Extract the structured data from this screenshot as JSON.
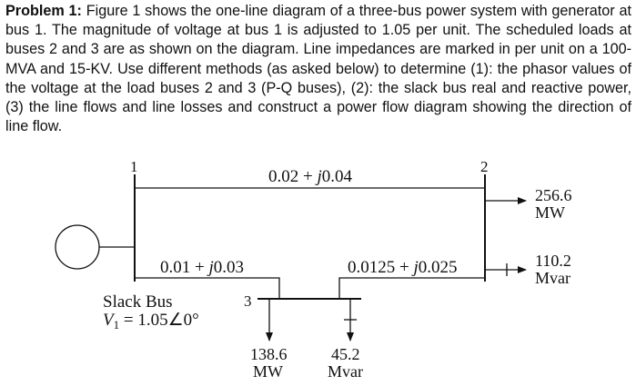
{
  "problem": {
    "label": "Problem 1:",
    "text": "Figure 1 shows the one-line diagram of a three-bus power system with generator at bus 1. The magnitude of voltage at bus 1 is adjusted to 1.05 per unit. The scheduled loads at buses 2 and 3 are as shown on the diagram. Line impedances are marked in per unit on a 100-MVA and 15-KV. Use different methods (as asked below) to determine (1): the phasor values of the voltage at the load buses 2 and 3 (P-Q buses), (2): the slack bus real and reactive power, (3) the line flows and line losses and construct a power flow diagram showing the direction of line flow."
  },
  "diagram": {
    "bus1_label": "1",
    "bus2_label": "2",
    "bus3_label": "3",
    "line12": {
      "re": "0.02",
      "op": " + ",
      "j": "j",
      "im": "0.04"
    },
    "line13": {
      "re": "0.01",
      "op": " + ",
      "j": "j",
      "im": "0.03"
    },
    "line23": {
      "re": "0.0125",
      "op": " + ",
      "j": "j",
      "im": "0.025"
    },
    "bus2_p_value": "256.6",
    "bus2_p_unit": "MW",
    "bus2_q_value": "110.2",
    "bus2_q_unit": "Mvar",
    "bus3_p_value": "138.6",
    "bus3_p_unit": "MW",
    "bus3_q_value": "45.2",
    "bus3_q_unit": "Mvar",
    "slack_label": "Slack Bus",
    "slack_var": "V",
    "slack_sub": "1",
    "slack_eq": " = 1.05∠0°"
  }
}
